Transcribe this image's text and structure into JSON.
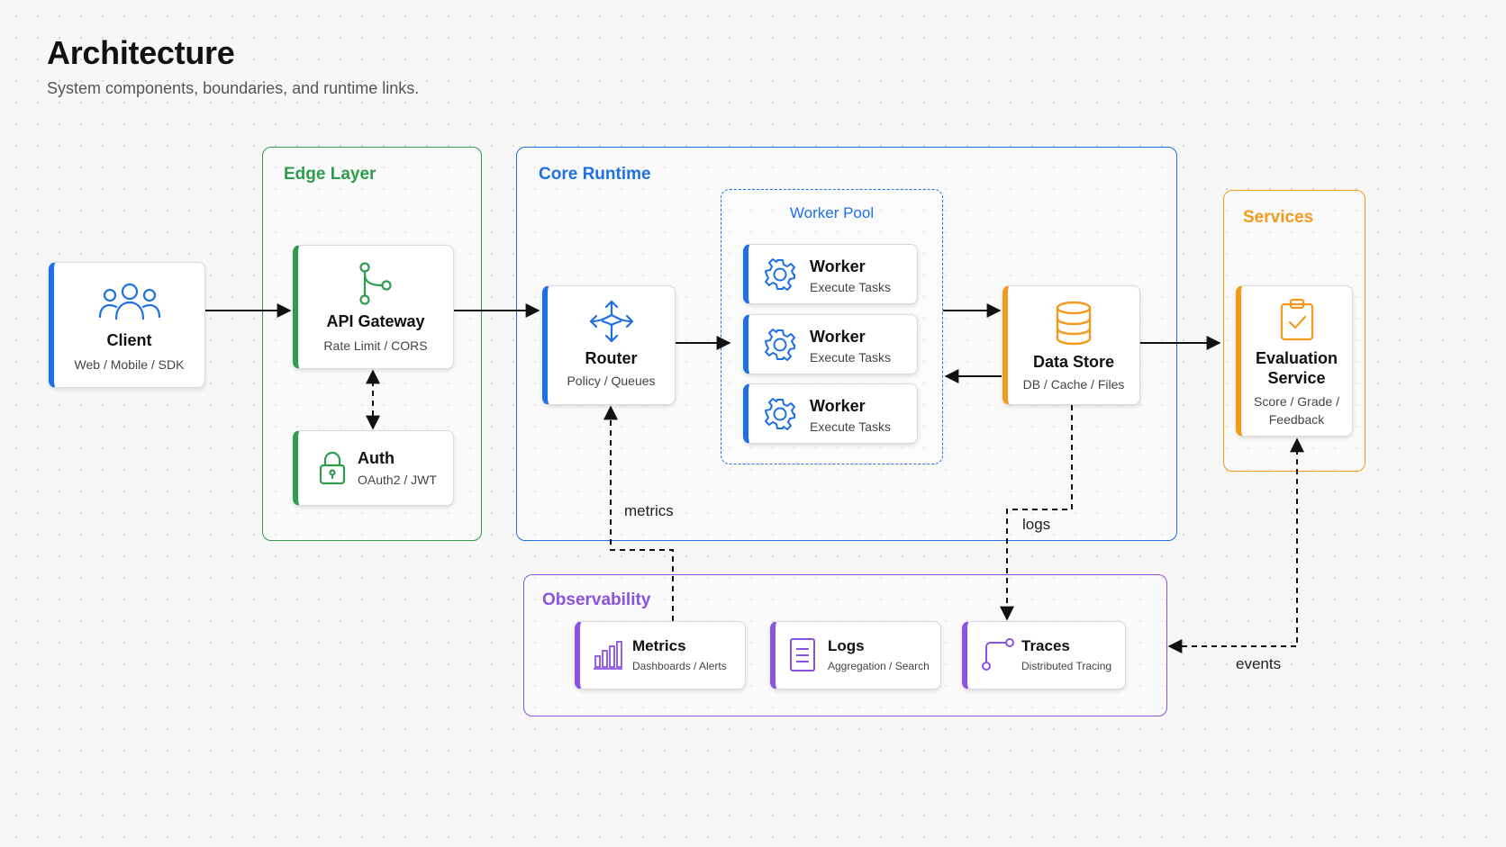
{
  "header": {
    "title": "Architecture",
    "subtitle": "System components, boundaries, and runtime links."
  },
  "colors": {
    "blue": "#1f6fe5",
    "green": "#2e9b4e",
    "orange": "#f39a1c",
    "purple": "#8a52e0",
    "edge": "#111111"
  },
  "groups": {
    "edge": "Edge Layer",
    "core": "Core Runtime",
    "pool": "Worker Pool",
    "services": "Services",
    "observability": "Observability"
  },
  "nodes": {
    "client": {
      "title": "Client",
      "sub": "Web / Mobile / SDK",
      "icon": "users-icon"
    },
    "gateway": {
      "title": "API Gateway",
      "sub": "Rate Limit / CORS",
      "icon": "branch-icon"
    },
    "auth": {
      "title": "Auth",
      "sub": "OAuth2 / JWT",
      "icon": "lock-icon"
    },
    "router": {
      "title": "Router",
      "sub": "Policy / Queues",
      "icon": "split-arrows-icon"
    },
    "workers": [
      {
        "title": "Worker",
        "sub": "Execute Tasks",
        "icon": "gear-icon"
      },
      {
        "title": "Worker",
        "sub": "Execute Tasks",
        "icon": "gear-icon"
      },
      {
        "title": "Worker",
        "sub": "Execute Tasks",
        "icon": "gear-icon"
      }
    ],
    "datastore": {
      "title": "Data Store",
      "sub": "DB / Cache / Files",
      "icon": "database-icon"
    },
    "evaluation": {
      "title_1": "Evaluation",
      "title_2": "Service",
      "sub_1": "Score / Grade /",
      "sub_2": "Feedback",
      "icon": "clipboard-check-icon"
    },
    "metrics": {
      "title": "Metrics",
      "sub": "Dashboards / Alerts",
      "icon": "bar-chart-icon"
    },
    "logs": {
      "title": "Logs",
      "sub": "Aggregation / Search",
      "icon": "document-icon"
    },
    "traces": {
      "title": "Traces",
      "sub": "Distributed Tracing",
      "icon": "trace-path-icon"
    }
  },
  "edge_labels": {
    "metrics": "metrics",
    "logs": "logs",
    "events": "events"
  }
}
